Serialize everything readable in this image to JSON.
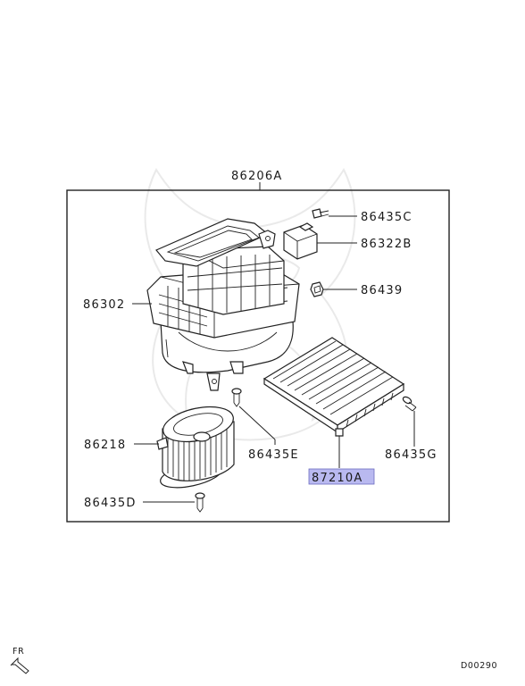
{
  "diagram": {
    "assembly_label": "86206A",
    "highlight_color": "#b9b9f0",
    "parts": [
      {
        "id": "p1",
        "label": "86435C"
      },
      {
        "id": "p2",
        "label": "86322B"
      },
      {
        "id": "p3",
        "label": "86439"
      },
      {
        "id": "p4",
        "label": "86302"
      },
      {
        "id": "p5",
        "label": "86218"
      },
      {
        "id": "p6",
        "label": "86435E"
      },
      {
        "id": "p7",
        "label": "87210A",
        "highlighted": true
      },
      {
        "id": "p8",
        "label": "86435G"
      },
      {
        "id": "p9",
        "label": "86435D"
      }
    ]
  },
  "footer": {
    "direction_label": "FR",
    "diagram_code": "D00290"
  }
}
